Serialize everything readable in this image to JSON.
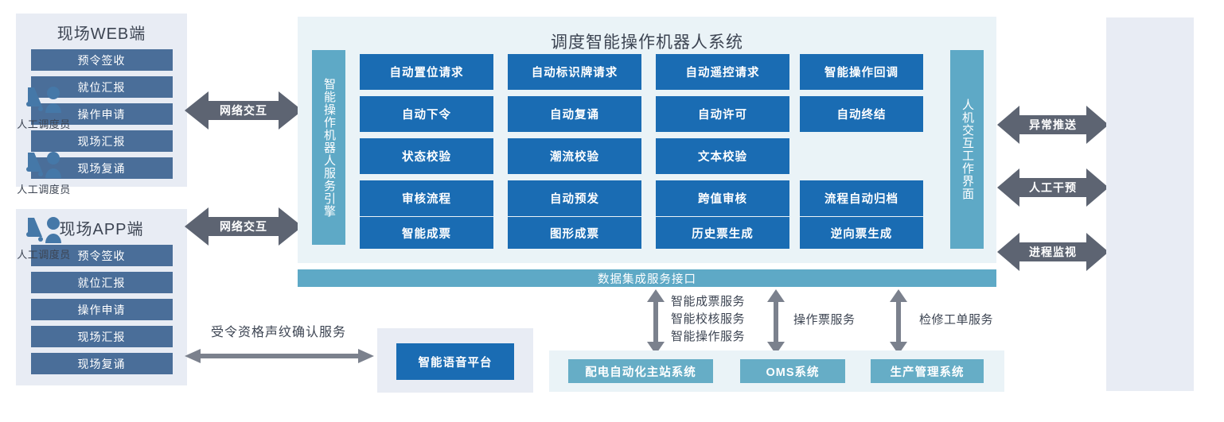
{
  "title": "调度智能操作机器人系统",
  "clients": [
    {
      "name": "现场WEB端",
      "items": [
        "预令签收",
        "就位汇报",
        "操作申请",
        "现场汇报",
        "现场复诵"
      ],
      "link_label": "网络交互"
    },
    {
      "name": "现场APP端",
      "items": [
        "预令签收",
        "就位汇报",
        "操作申请",
        "现场汇报",
        "现场复诵"
      ],
      "link_label": "网络交互"
    }
  ],
  "engine_bar": "智能操作机器人服务引擎",
  "ui_bar": "人机交互工作界面",
  "functions": [
    [
      "自动置位请求",
      "自动标识牌请求",
      "自动遥控请求",
      "智能操作回调"
    ],
    [
      "自动下令",
      "自动复诵",
      "自动许可",
      "自动终结"
    ],
    [
      "状态校验",
      "潮流校验",
      "文本校验",
      ""
    ],
    [
      "审核流程",
      "自动预发",
      "跨值审核",
      "流程自动归档"
    ],
    [
      "智能成票",
      "图形成票",
      "历史票生成",
      "逆向票生成"
    ]
  ],
  "data_interface": "数据集成服务接口",
  "dispatcher_links": [
    "异常推送",
    "人工干预",
    "进程监视"
  ],
  "dispatchers": [
    "人工调度员",
    "人工调度员",
    "人工调度员"
  ],
  "voice": {
    "arrow_label": "受令资格声纹确认服务",
    "box_label": "智能语音平台"
  },
  "service_labels": [
    "智能成票服务\n智能校核服务\n智能操作服务",
    "操作票服务",
    "检修工单服务"
  ],
  "external_systems": [
    "配电自动化主站系统",
    "OMS系统",
    "生产管理系统"
  ],
  "colors": {
    "panel_bg": "#e8ecf4",
    "main_bg": "#eaf3f7",
    "func_box": "#1a6cb3",
    "bar": "#5ea9c6",
    "client_btn": "#4a6e99",
    "arrow": "#5d6472",
    "sys_box": "#66adc6",
    "icon": "#4578a8"
  }
}
